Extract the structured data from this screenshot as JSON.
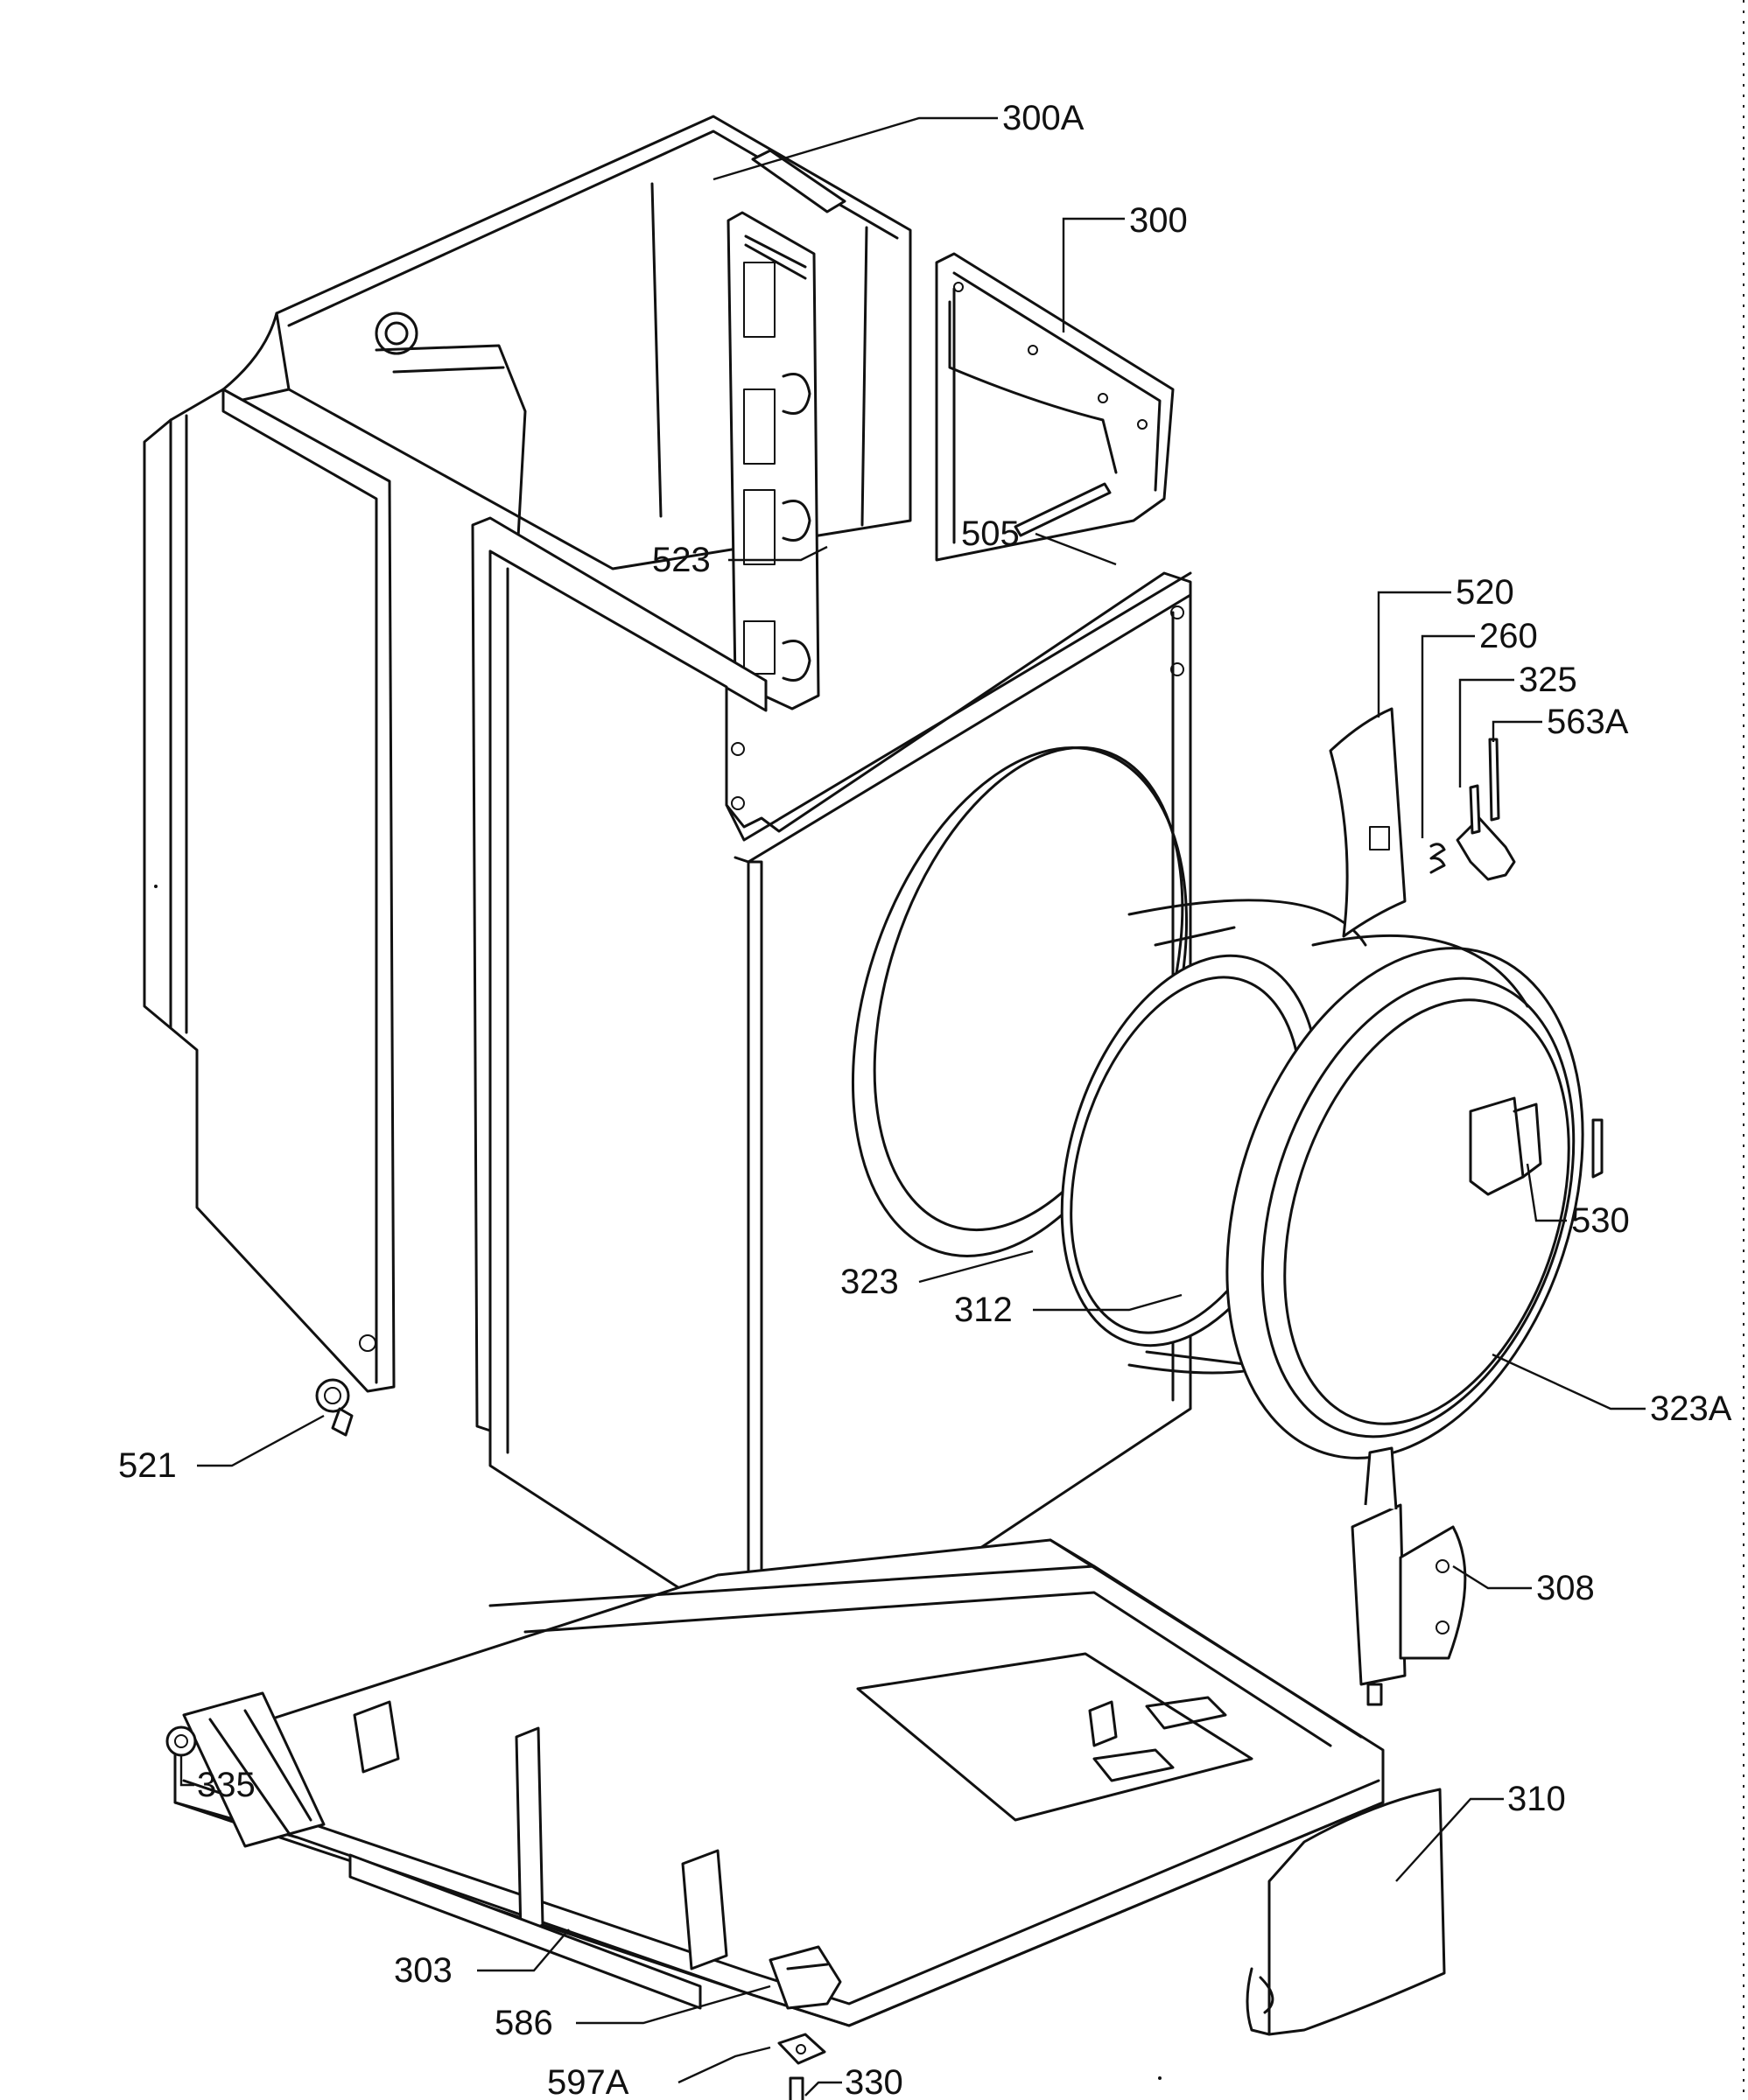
{
  "labels": {
    "l300A": "300A",
    "l300": "300",
    "l523": "523",
    "l505": "505",
    "l520": "520",
    "l260": "260",
    "l325": "325",
    "l563A": "563A",
    "l530": "530",
    "l323": "323",
    "l312": "312",
    "l323A": "323A",
    "l521": "521",
    "l308": "308",
    "l335": "335",
    "l310": "310",
    "l303": "303",
    "l586": "586",
    "l597A": "597A",
    "l330": "330"
  }
}
